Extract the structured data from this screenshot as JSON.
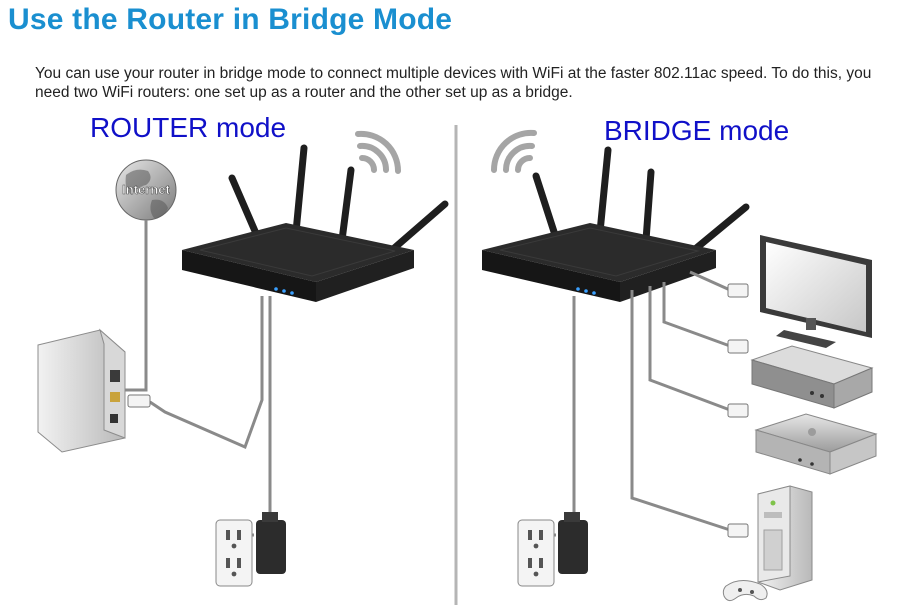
{
  "page": {
    "title": "Use the Router in Bridge Mode",
    "intro": "You can use your router in bridge mode to connect multiple devices with WiFi at the faster 802.11ac speed. To do this, you need two WiFi routers: one set up as a router and the other set up as a bridge."
  },
  "diagram": {
    "router_mode_label": "ROUTER mode",
    "bridge_mode_label": "BRIDGE mode",
    "internet_label": "Internet",
    "colors": {
      "title": "#1a8fd0",
      "mode_label": "#1010c8",
      "router_body": "#1e1e1e",
      "cable": "#8a8a8a"
    },
    "icons": [
      "globe-icon",
      "modem-icon",
      "router-icon",
      "wifi-signal-icon",
      "power-outlet-icon",
      "power-adapter-icon",
      "ethernet-plug-icon",
      "monitor-icon",
      "set-top-box-icon",
      "game-console-icon",
      "game-controller-icon"
    ]
  }
}
